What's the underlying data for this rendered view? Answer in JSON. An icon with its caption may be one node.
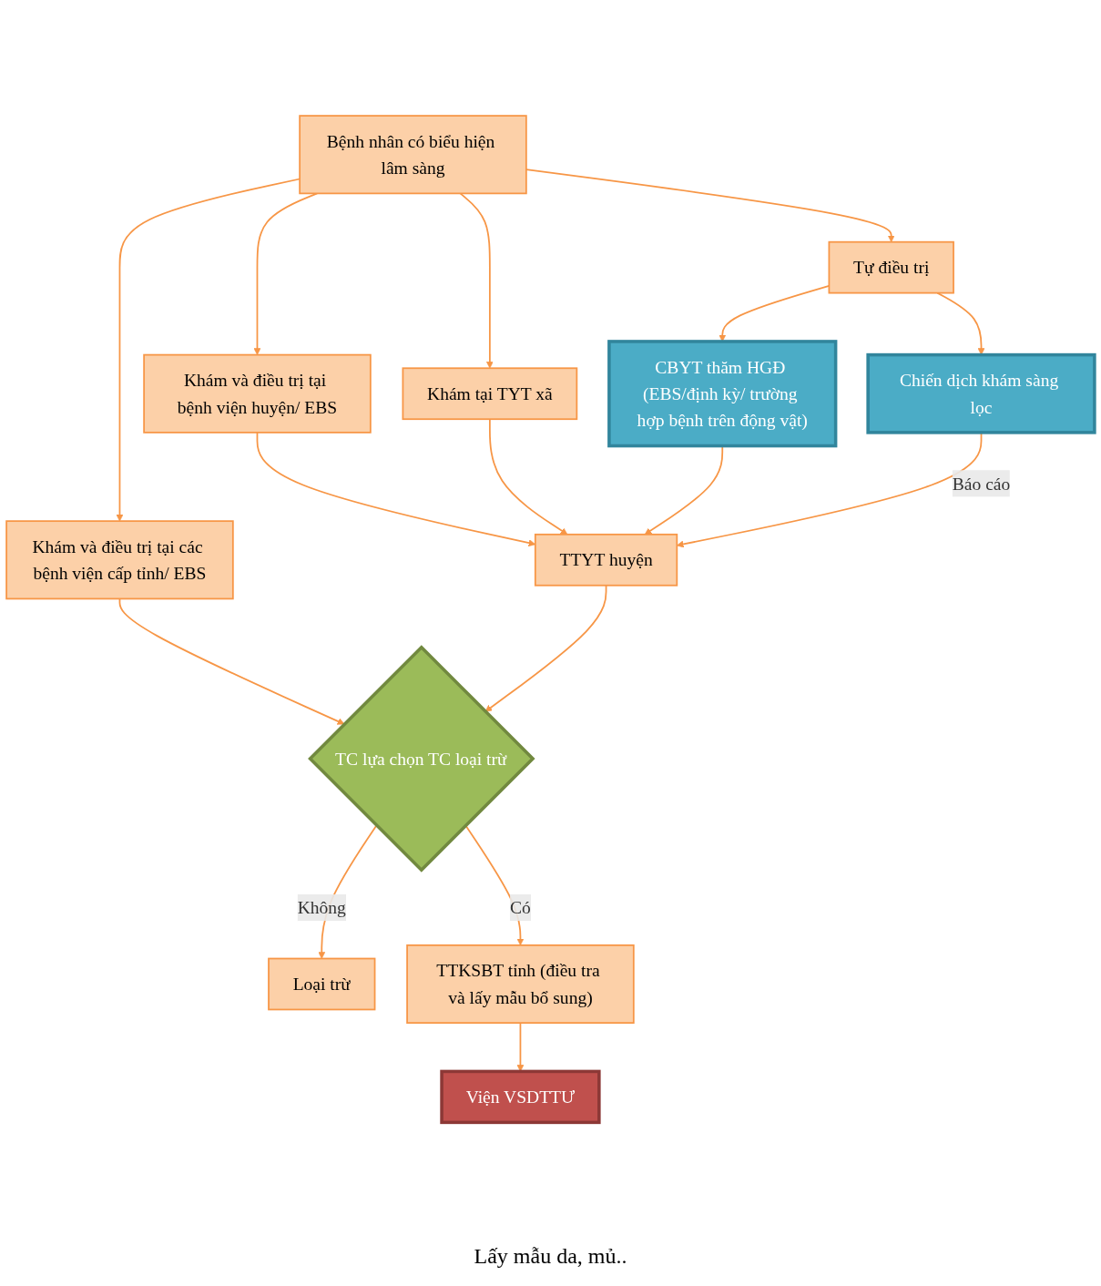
{
  "diagram": {
    "nodes": [
      {
        "text": [
          "Bệnh nhân có biểu hiện lâm sàng"
        ]
      },
      {
        "text": [
          "Khám và điều trị tại các bệnh viện cấp tỉnh/ EBS"
        ]
      },
      {
        "text": [
          "Khám và điều trị tại bệnh viện huyện/ EBS"
        ]
      },
      {
        "text": [
          "Khám tại TYT xã"
        ]
      },
      {
        "text": [
          "Tự điều trị"
        ]
      },
      {
        "text": [
          "CBYT thăm HGĐ (EBS/định kỳ/ trường hợp bệnh trên động vật)"
        ]
      },
      {
        "text": [
          "Chiến dịch khám sàng lọc"
        ]
      },
      {
        "text": [
          "TC lựa chọn TC loại trừ"
        ]
      },
      {
        "text": [
          "TTYT huyện"
        ]
      },
      {
        "text": [
          "Loại trừ"
        ]
      },
      {
        "text": [
          "TTKSBT tỉnh (điều tra và lấy mẫu bổ sung)"
        ]
      },
      {
        "text": [
          "Viện VSDTTƯ"
        ]
      }
    ],
    "edges": [
      {
        "from": 0,
        "to": 1,
        "arrow": "to"
      },
      {
        "from": 0,
        "to": 2,
        "arrow": "to"
      },
      {
        "from": 0,
        "to": 3,
        "arrow": "to"
      },
      {
        "from": 0,
        "to": 4,
        "arrow": "to"
      },
      {
        "from": 4,
        "to": 5,
        "arrow": "to"
      },
      {
        "from": 4,
        "to": 6,
        "arrow": "to"
      },
      {
        "from": 1,
        "to": 7,
        "arrow": "to"
      },
      {
        "from": 2,
        "to": 8,
        "arrow": "to"
      },
      {
        "from": 3,
        "to": 8,
        "arrow": "to"
      },
      {
        "from": 5,
        "to": 8,
        "arrow": "to"
      },
      {
        "from": 6,
        "to": 8,
        "label": "Báo cáo",
        "arrow": "to"
      },
      {
        "from": 8,
        "to": 7,
        "arrow": "to"
      },
      {
        "from": 7,
        "to": 9,
        "label": "Không",
        "arrow": "to"
      },
      {
        "from": 7,
        "to": 10,
        "label": "Có",
        "arrow": "to"
      },
      {
        "from": 10,
        "to": 11,
        "arrow": "to"
      }
    ],
    "labels": [
      "Lấy mẫu da, mủ.."
    ]
  }
}
